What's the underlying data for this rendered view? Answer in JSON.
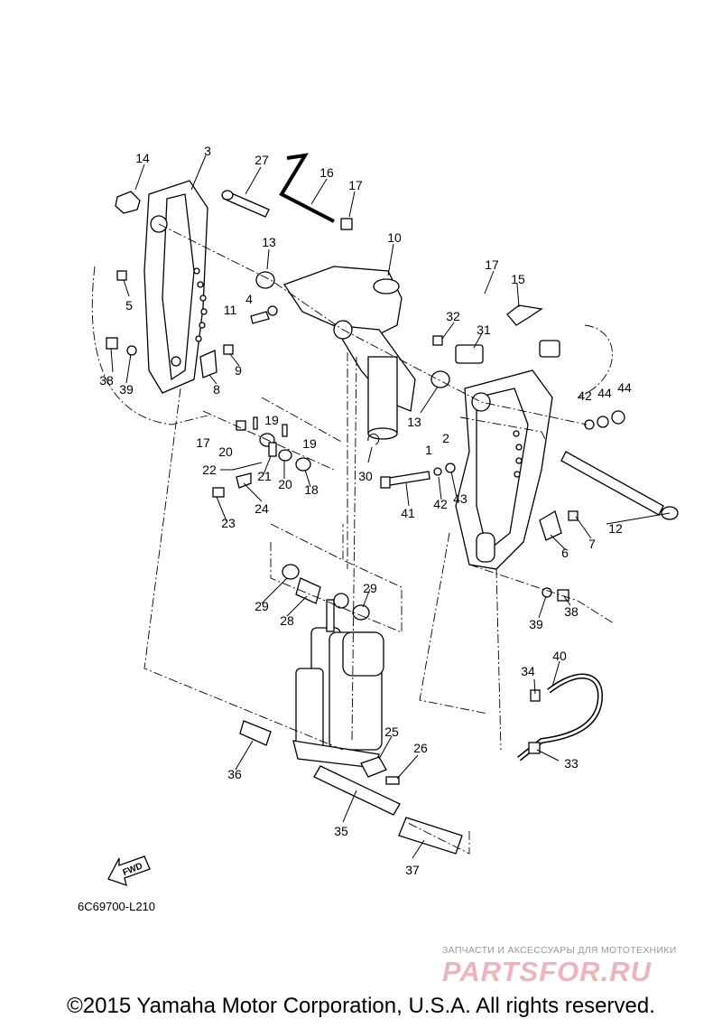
{
  "labels": {
    "l1": "1",
    "l2": "2",
    "l3": "3",
    "l4": "4",
    "l5": "5",
    "l6": "6",
    "l7": "7",
    "l8": "8",
    "l9": "9",
    "l10": "10",
    "l11": "11",
    "l12": "12",
    "l13a": "13",
    "l13b": "13",
    "l14": "14",
    "l15": "15",
    "l16": "16",
    "l17a": "17",
    "l17b": "17",
    "l17c": "17",
    "l18": "18",
    "l19a": "19",
    "l19b": "19",
    "l20a": "20",
    "l20b": "20",
    "l21": "21",
    "l22": "22",
    "l23": "23",
    "l24": "24",
    "l25": "25",
    "l26": "26",
    "l27": "27",
    "l28": "28",
    "l29a": "29",
    "l29b": "29",
    "l30": "30",
    "l31": "31",
    "l32": "32",
    "l33": "33",
    "l34": "34",
    "l35": "35",
    "l36": "36",
    "l37": "37",
    "l38a": "38",
    "l38b": "38",
    "l39a": "39",
    "l39b": "39",
    "l40": "40",
    "l41": "41",
    "l42a": "42",
    "l42b": "42",
    "l43": "43",
    "l44a": "44",
    "l44b": "44"
  },
  "fwd_label": "FWD",
  "diagram_code": "6C69700-L210",
  "watermark": {
    "tagline": "ЗАПЧАСТИ И АКСЕССУАРЫ ДЛЯ МОТОТЕХНИКИ",
    "logo": "PARTSFOR.RU"
  },
  "copyright": "©2015 Yamaha Motor Corporation, U.S.A. All rights reserved."
}
